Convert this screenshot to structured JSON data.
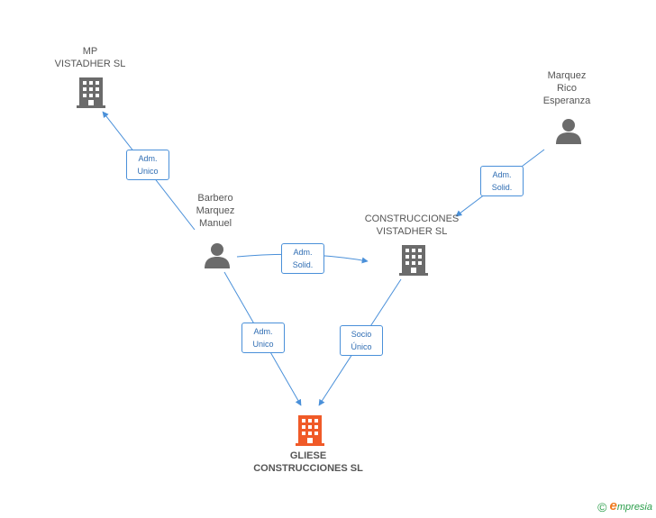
{
  "nodes": {
    "mp_vistadher": {
      "line1": "MP",
      "line2": "VISTADHER SL"
    },
    "marquez_rico": {
      "line1": "Marquez",
      "line2": "Rico",
      "line3": "Esperanza"
    },
    "barbero": {
      "line1": "Barbero",
      "line2": "Marquez",
      "line3": "Manuel"
    },
    "construcciones_vistadher": {
      "line1": "CONSTRUCCIONES",
      "line2": "VISTADHER SL"
    },
    "gliese": {
      "line1": "GLIESE",
      "line2": "CONSTRUCCIONES SL"
    }
  },
  "edges": {
    "barbero_to_mp": {
      "line1": "Adm.",
      "line2": "Unico"
    },
    "marquez_to_construcciones": {
      "line1": "Adm.",
      "line2": "Solid."
    },
    "barbero_to_construcciones": {
      "line1": "Adm.",
      "line2": "Solid."
    },
    "barbero_to_gliese": {
      "line1": "Adm.",
      "line2": "Unico"
    },
    "construcciones_to_gliese": {
      "line1": "Socio",
      "line2": "Único"
    }
  },
  "colors": {
    "edge": "#4a90d9",
    "company_icon": "#6b6b6b",
    "person_icon": "#6b6b6b",
    "main_company_icon": "#f05a28"
  },
  "brand": {
    "copyright": "©",
    "e": "e",
    "rest": "mpresia"
  }
}
